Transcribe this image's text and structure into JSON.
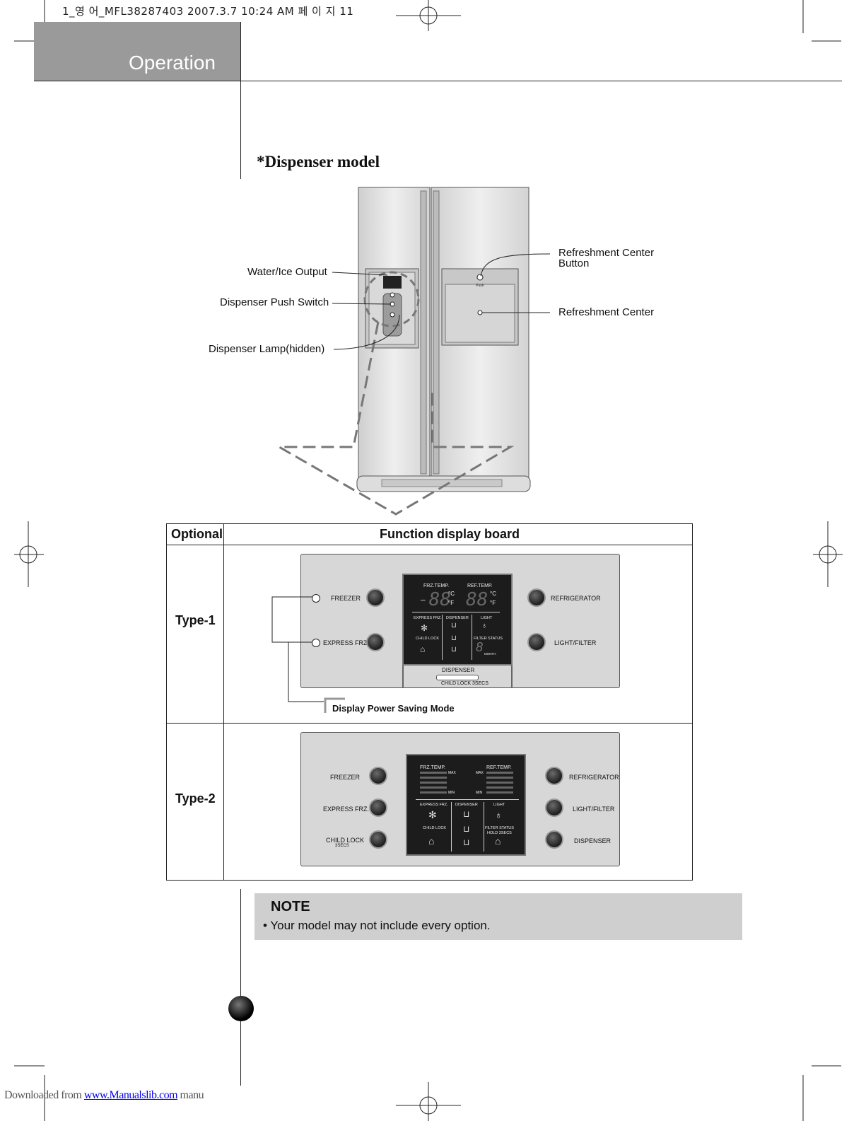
{
  "header": {
    "file_info": "1_영 어_MFL38287403 2007.3.7 10:24 AM 페 이 지 11",
    "section": "Operation"
  },
  "dispenser": {
    "title": "*Dispenser model",
    "callouts": {
      "water_ice_output": "Water/Ice Output",
      "push_switch": "Dispenser Push Switch",
      "lamp": "Dispenser Lamp(hidden)",
      "refresh_button_line1": "Refreshment Center",
      "refresh_button_line2": "Button",
      "refresh_center": "Refreshment Center",
      "push_mark": "Push"
    }
  },
  "table": {
    "col_optional": "Optional",
    "col_board": "Function display board",
    "type1": {
      "label": "Type-1",
      "buttons_left": [
        "FREEZER",
        "EXPRESS FRZ."
      ],
      "buttons_right": [
        "REFRIGERATOR",
        "LIGHT/FILTER"
      ],
      "lcd": {
        "frz_temp": "FRZ.TEMP.",
        "ref_temp": "REF.TEMP.",
        "digits": "-88",
        "digits2": "88",
        "unit_c": "°C",
        "unit_f": "°F",
        "express": "EXPRESS FRZ.",
        "dispenser": "DISPENSER",
        "light": "LIGHT",
        "child_lock": "CHILD LOCK",
        "filter_status": "FILTER STATUS",
        "month": "MONTH",
        "digit8": "8"
      },
      "bottom_dispenser": "DISPENSER",
      "bottom_child_lock": "CHILD LOCK 3SECS",
      "power_saving": "Display Power Saving Mode"
    },
    "type2": {
      "label": "Type-2",
      "buttons_left": [
        "FREEZER",
        "EXPRESS FRZ.",
        "CHILD LOCK"
      ],
      "child_lock_sub": "3SECS",
      "buttons_right": [
        "REFRIGERATOR",
        "LIGHT/FILTER",
        "DISPENSER"
      ],
      "lcd": {
        "frz_temp": "FRZ.TEMP.",
        "ref_temp": "REF.TEMP.",
        "max": "MAX",
        "min": "MIN",
        "express": "EXPRESS FRZ.",
        "dispenser": "DISPENSER",
        "light": "LIGHT",
        "child_lock": "CHILD LOCK",
        "filter_status": "FILTER STATUS",
        "hold": "HOLD 3SECS"
      }
    }
  },
  "note": {
    "title": "NOTE",
    "text": "• Your model may not include every option."
  },
  "footer": {
    "prefix": "Downloaded from ",
    "link": "www.Manualslib.com",
    "suffix": " manu"
  }
}
